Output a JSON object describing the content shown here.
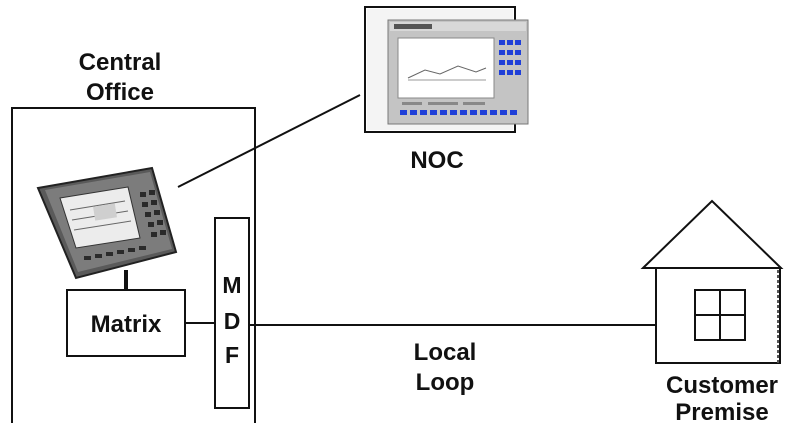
{
  "central_office": {
    "line1": "Central",
    "line2": "Office"
  },
  "noc": {
    "label": "NOC"
  },
  "matrix": {
    "label": "Matrix"
  },
  "mdf": {
    "letters": [
      "M",
      "D",
      "F"
    ]
  },
  "local_loop": {
    "line1": "Local",
    "line2": "Loop"
  },
  "customer_premise": {
    "line1": "Customer",
    "line2": "Premise"
  }
}
